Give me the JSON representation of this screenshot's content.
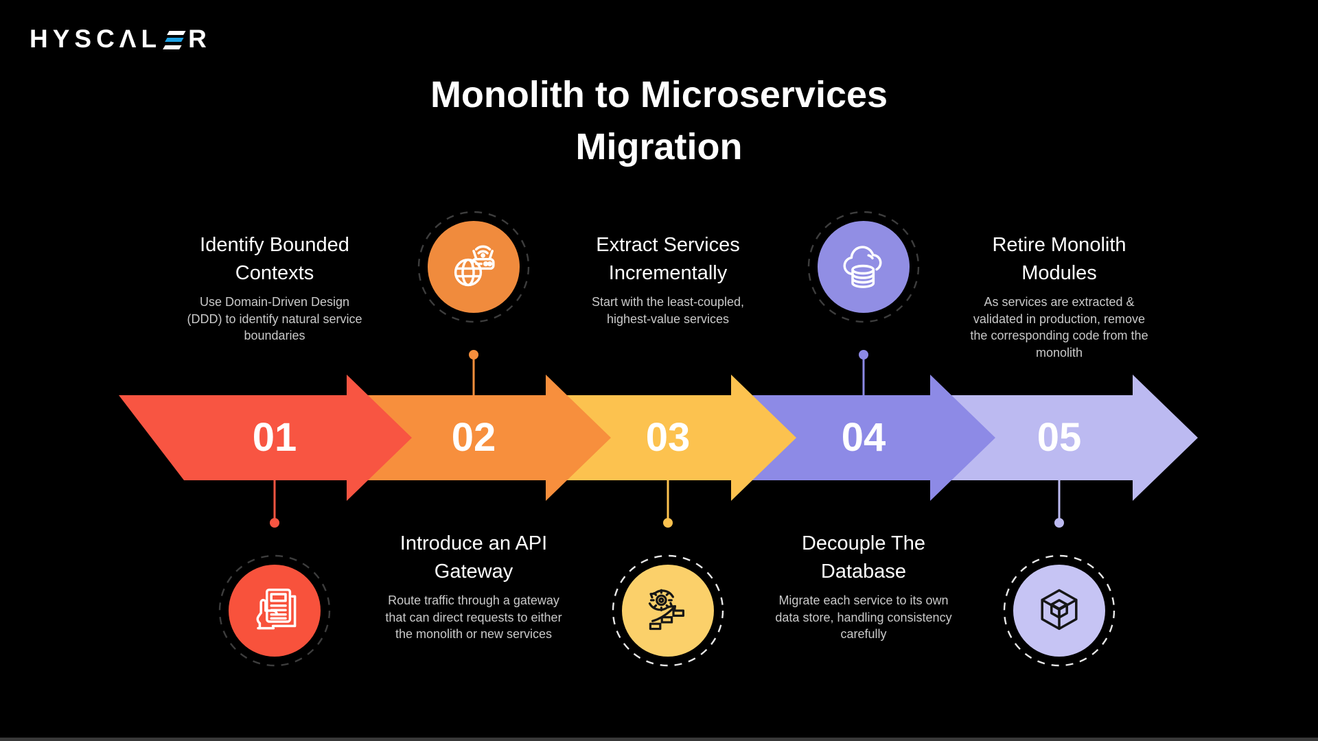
{
  "logo": {
    "text_before_e": "HYSCΛL",
    "text_after_e": "R",
    "e_top_color": "#ffffff",
    "e_mid_color": "#1ea2e4",
    "e_bottom_color": "#ffffff"
  },
  "title": "Monolith to Microservices\nMigration",
  "background": "#000000",
  "footer": {
    "bar_color": "#383838"
  },
  "steps": [
    {
      "num": "01",
      "title": "Identify Bounded\nContexts",
      "desc": "Use Domain-Driven Design\n(DDD) to identify natural service\nboundaries",
      "color": "#f85542",
      "icon_color": "#f8523c",
      "ring_color": "#3d3d3d",
      "icon_stroke": "#ffffff",
      "icon": "pointing-hand-document-icon"
    },
    {
      "num": "02",
      "title": "Introduce an API\nGateway",
      "desc": "Route traffic through a gateway\nthat can direct requests to either\nthe monolith or new services",
      "color": "#f78f3d",
      "icon_color": "#f08b3d",
      "ring_color": "#3d3d3d",
      "icon_stroke": "#ffffff",
      "icon": "globe-wifi-router-icon"
    },
    {
      "num": "03",
      "title": "Extract Services\nIncrementally",
      "desc": "Start with the least-coupled,\nhighest-value services",
      "color": "#fcc24f",
      "icon_color": "#fbd06a",
      "ring_color": "#e8e8e8",
      "icon_stroke": "#161616",
      "icon": "gear-steps-arrow-icon"
    },
    {
      "num": "04",
      "title": "Decouple The\nDatabase",
      "desc": "Migrate each service to its own\ndata store, handling consistency\ncarefully",
      "color": "#8d8ae6",
      "icon_color": "#918ee4",
      "ring_color": "#3d3d3d",
      "icon_stroke": "#ffffff",
      "icon": "cloud-database-icon"
    },
    {
      "num": "05",
      "title": "Retire Monolith\nModules",
      "desc": "As services are extracted &\nvalidated in production, remove\nthe corresponding code from the\nmonolith",
      "color": "#bcbaf1",
      "icon_color": "#c6c4f4",
      "ring_color": "#e8e8e8",
      "icon_stroke": "#161616",
      "icon": "cube-module-icon"
    }
  ]
}
